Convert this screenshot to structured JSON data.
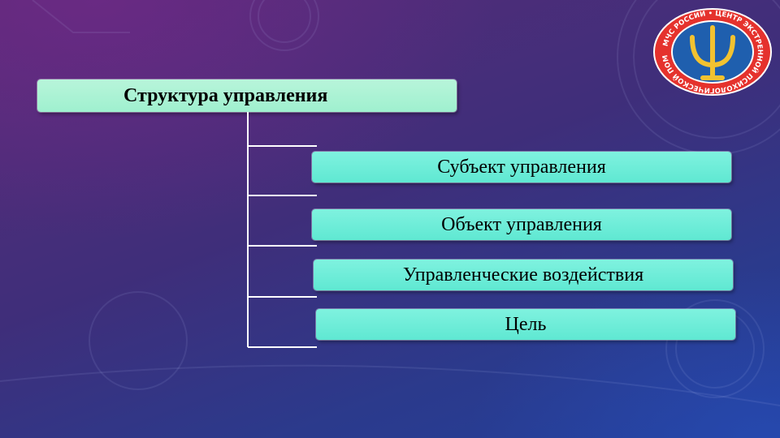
{
  "diagram": {
    "title": "Структура управления",
    "items": [
      {
        "label": "Субъект управления"
      },
      {
        "label": "Объект управления"
      },
      {
        "label": "Управленческие воздействия"
      },
      {
        "label": "Цель"
      }
    ]
  },
  "logo": {
    "text": "МЧС РОССИИ • ЦЕНТР ЭКСТРЕННОЙ ПСИХОЛОГИЧЕСКОЙ ПОМОЩИ",
    "symbol": "psi-icon",
    "colors": {
      "ring": "#e5322d",
      "field": "#1f5fae",
      "symbol": "#f2c230"
    }
  },
  "colors": {
    "box_light": "#b8f5da",
    "box_teal": "#6cecd8",
    "connector": "#ffffff"
  }
}
